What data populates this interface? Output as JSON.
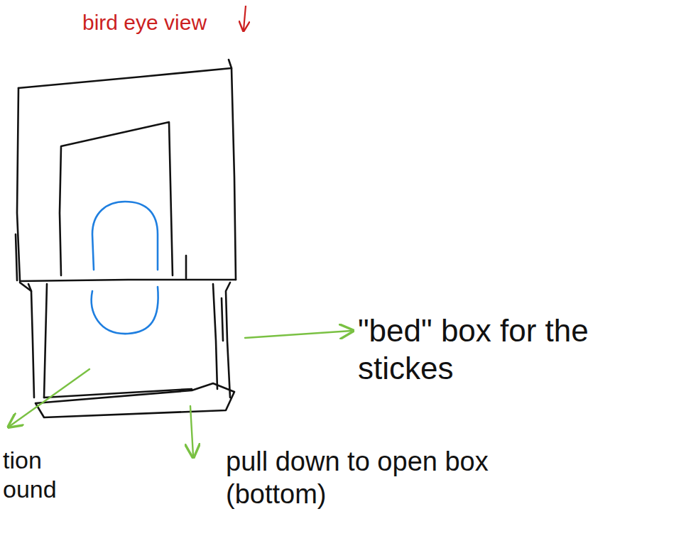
{
  "diagram": {
    "labels": [
      "bird eye view",
      "\"bed\" box for the stickes",
      "tion ound",
      "pull down to open box (bottom)"
    ]
  }
}
